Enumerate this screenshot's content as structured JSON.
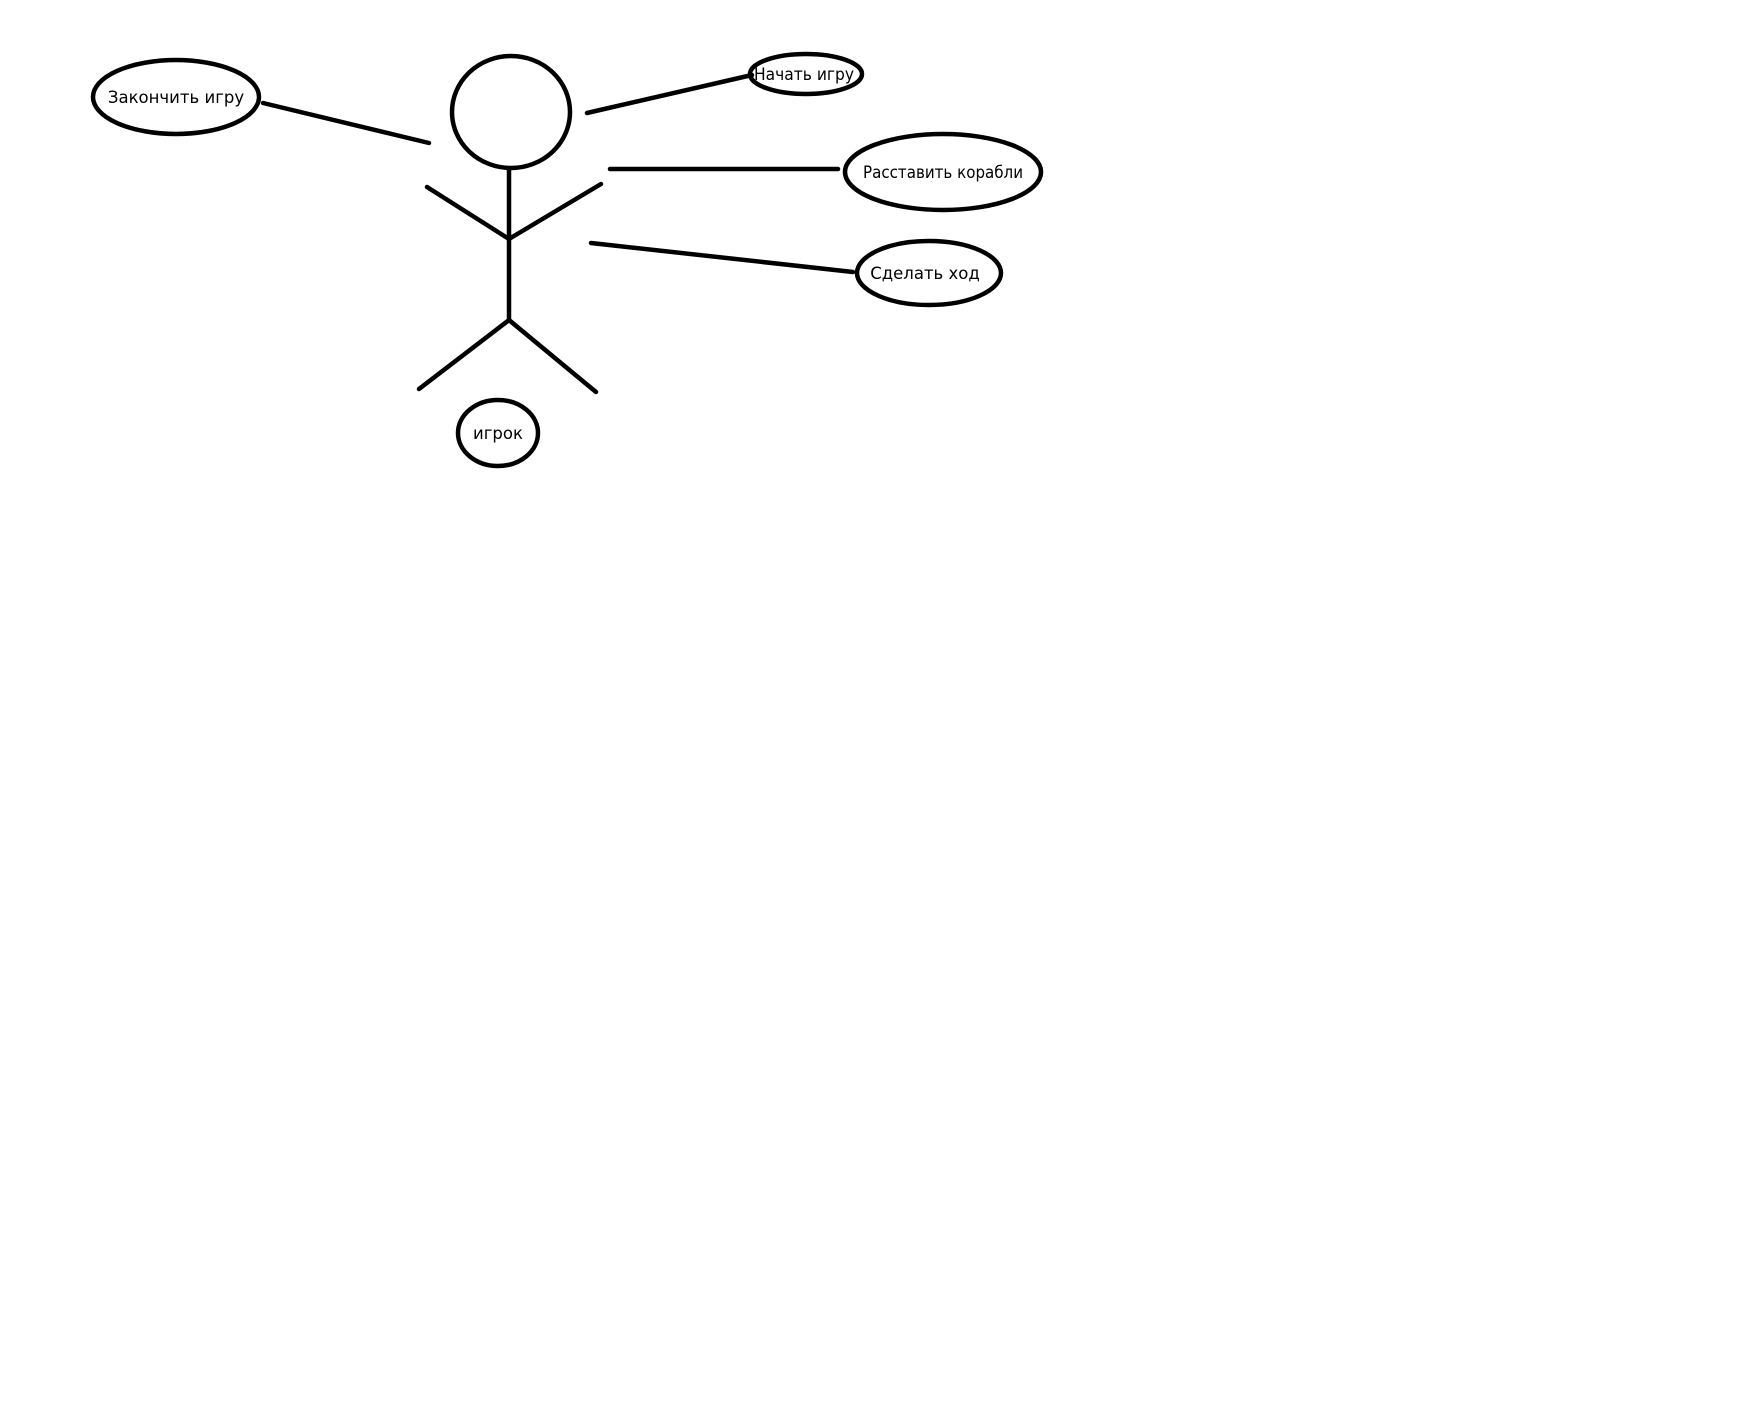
{
  "diagram": {
    "actor": {
      "label": "игрок"
    },
    "use_cases": [
      {
        "id": "end-game",
        "label": "Закончить игру"
      },
      {
        "id": "start-game",
        "label": "Начать игру"
      },
      {
        "id": "place-ships",
        "label": "Расставить корабли"
      },
      {
        "id": "make-move",
        "label": "Сделать ход"
      }
    ],
    "colors": {
      "stroke": "#000000",
      "background": "#ffffff"
    }
  }
}
